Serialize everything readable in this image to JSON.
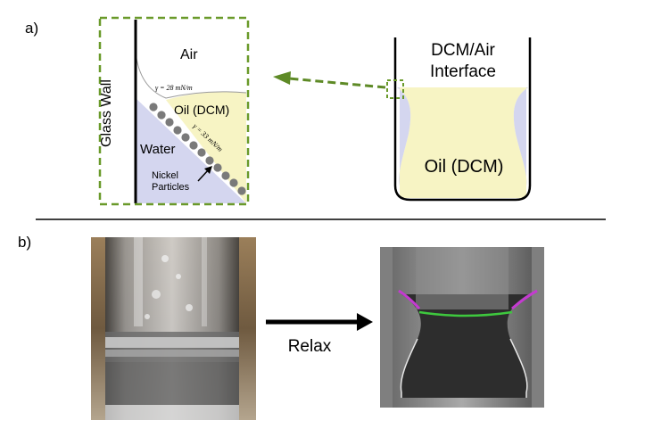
{
  "panel_a": {
    "label": "a)",
    "zoom_box": {
      "wall_label": "Glass Wall",
      "air_label": "Air",
      "oil_label": "Oil (DCM)",
      "water_label": "Water",
      "particles_label_line1": "Nickel",
      "particles_label_line2": "Particles",
      "gamma_top": "γ = 28 mN/m",
      "gamma_diag": "γ = 33 mN/m"
    },
    "vial": {
      "interface_line1": "DCM/Air",
      "interface_line2": "Interface",
      "oil_label": "Oil (DCM)"
    },
    "colors": {
      "zoom_border": "#6a9a2a",
      "arrow": "#5e8a26",
      "oil_fill": "#f7f4c4",
      "water_fill": "#d4d6ef",
      "particle": "#7a7a7a"
    }
  },
  "panel_b": {
    "label": "b)",
    "arrow_label": "Relax",
    "colors": {
      "interface_green": "#3ec83e",
      "contact_magenta": "#c43ad0"
    }
  }
}
